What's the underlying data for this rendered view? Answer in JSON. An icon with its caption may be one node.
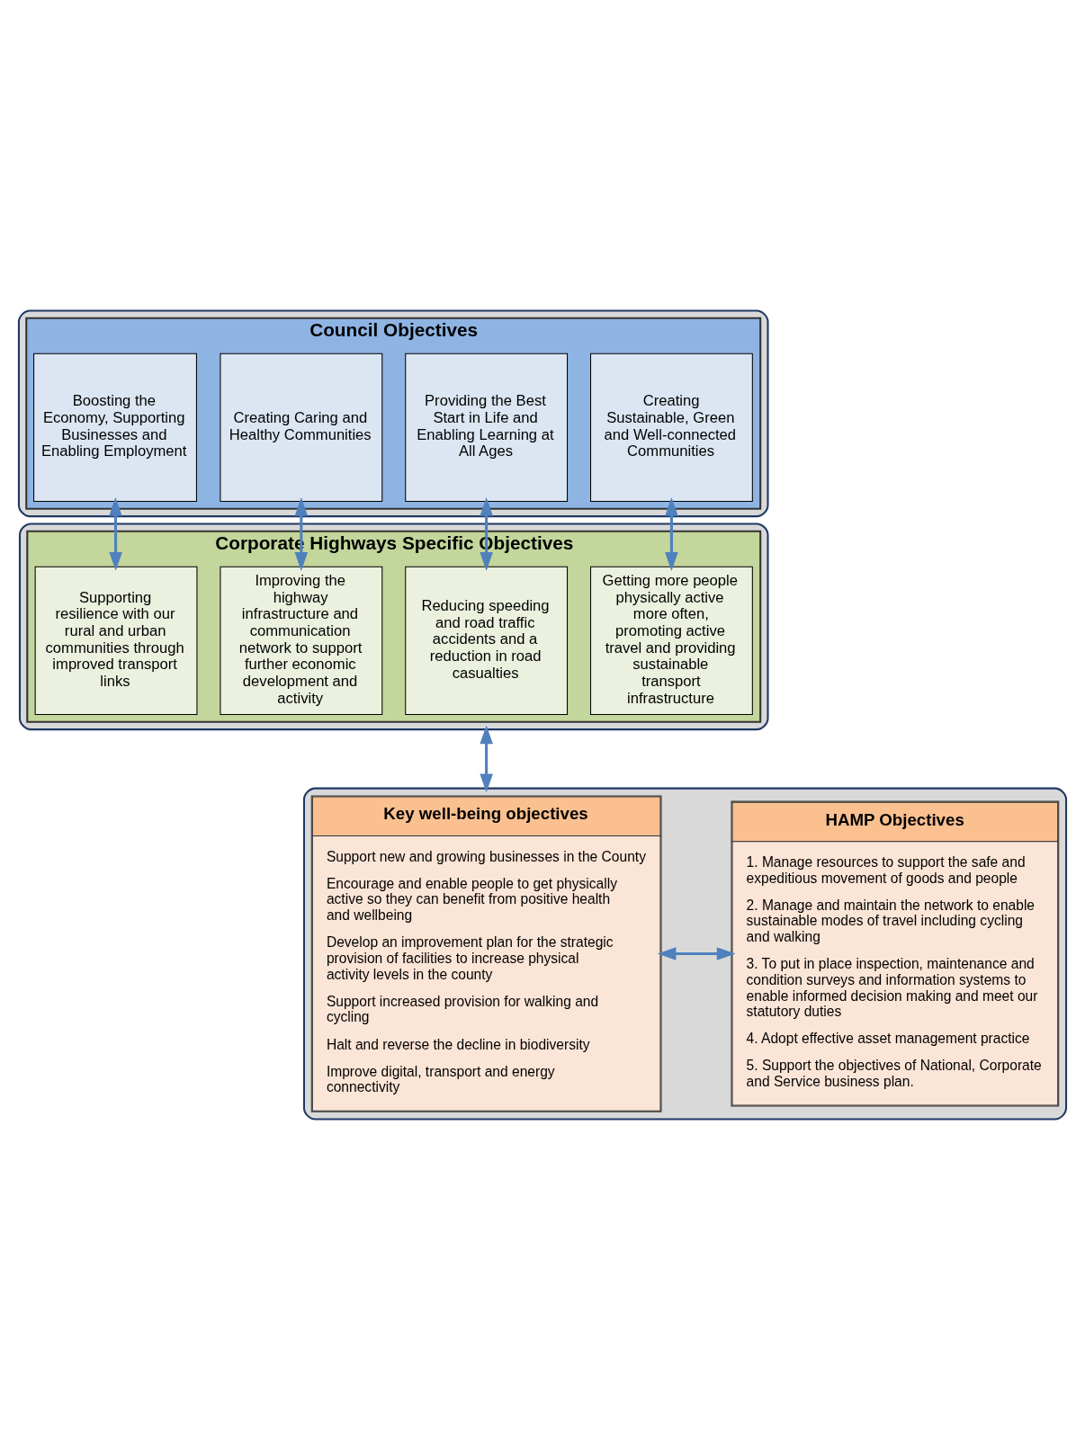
{
  "diagram": {
    "nodes": [
      {
        "text": [],
        "shape": "box"
      },
      {
        "text": [
          "Council Objectives"
        ],
        "in": 0
      },
      {
        "text": [
          "Boosting the Economy, Supporting Businesses and Enabling Employment"
        ],
        "in": 1
      },
      {
        "text": [
          "Creating Caring and Healthy Communities"
        ],
        "in": 1
      },
      {
        "text": [
          "Providing the Best Start in Life and Enabling Learning at All Ages"
        ],
        "in": 1
      },
      {
        "text": [
          "Creating Sustainable, Green and Well-connected Communities"
        ],
        "in": 1
      },
      {
        "text": [],
        "shape": "box"
      },
      {
        "text": [
          "Corporate Highways Specific Objectives"
        ],
        "in": 6
      },
      {
        "text": [
          "Supporting resilience with our rural and urban communities through improved transport links"
        ],
        "in": 7
      },
      {
        "text": [
          "Improving the highway infrastructure and communication network to support further economic development and activity"
        ],
        "in": 7
      },
      {
        "text": [
          "Reducing speeding and road traffic accidents and a reduction in road casualties"
        ],
        "in": 7
      },
      {
        "text": [
          "Getting more people physically active more often, promoting active travel and providing sustainable transport infrastructure"
        ],
        "in": 7
      },
      {
        "text": [],
        "shape": "box"
      },
      {
        "text": [
          "Key well-being objectives",
          "Support new and growing businesses in the County",
          "Encourage and enable people to get physically active so they can benefit from positive health and wellbeing",
          "Develop an improvement plan for the strategic provision of facilities to increase physical activity levels in the county",
          "Support increased provision for walking and cycling",
          "Halt and reverse the decline in biodiversity",
          "Improve digital, transport and energy connectivity"
        ],
        "in": 12
      },
      {
        "text": [
          "HAMP Objectives",
          "1. Manage resources to support the safe and expeditious movement of goods and people",
          "2. Manage and maintain the network to enable sustainable modes of travel including cycling and walking",
          "3. To put in place inspection, maintenance and condition surveys and information systems to enable informed decision making and meet our statutory duties",
          "4. Adopt effective asset management practice",
          "5. Support the objectives of National, Corporate and Service business plan."
        ],
        "in": 12
      }
    ],
    "edges": [
      {
        "from": 2,
        "to": 8,
        "arrow": "both"
      },
      {
        "from": 3,
        "to": 9,
        "arrow": "both"
      },
      {
        "from": 4,
        "to": 10,
        "arrow": "both"
      },
      {
        "from": 5,
        "to": 11,
        "arrow": "both"
      },
      {
        "from": 6,
        "to": 12,
        "arrow": "both"
      },
      {
        "from": 13,
        "to": 14,
        "arrow": "both"
      }
    ]
  }
}
